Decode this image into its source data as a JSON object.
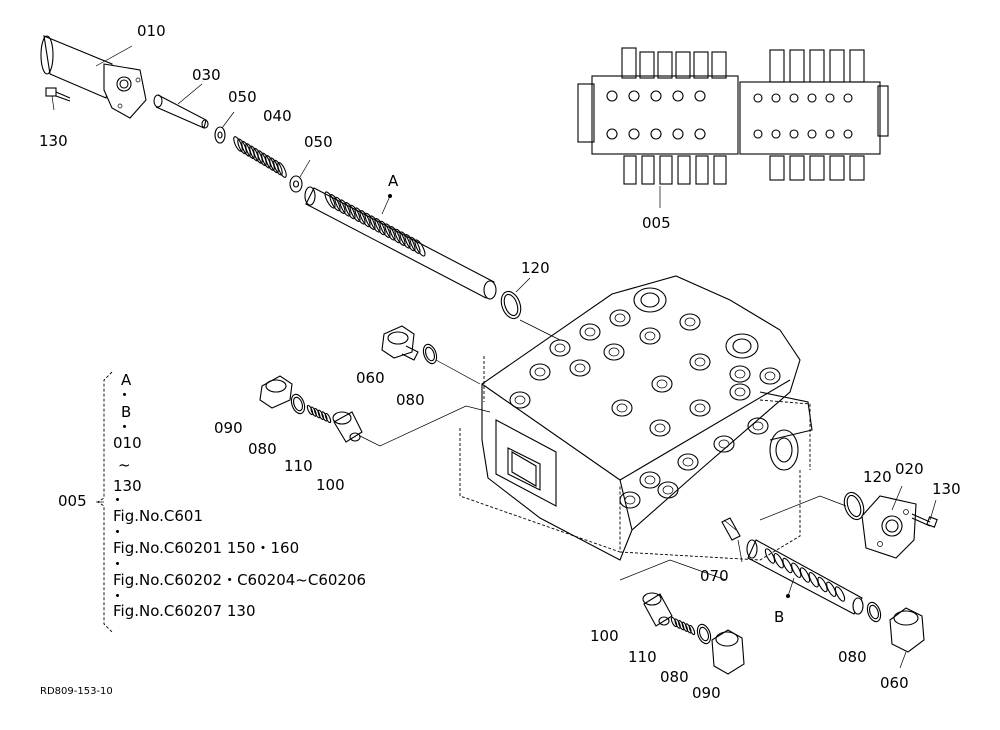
{
  "diagram": {
    "parts": [
      {
        "id": "p010a",
        "text": "010"
      },
      {
        "id": "p030",
        "text": "030"
      },
      {
        "id": "p050a",
        "text": "050"
      },
      {
        "id": "p040",
        "text": "040"
      },
      {
        "id": "p050b",
        "text": "050"
      },
      {
        "id": "p130a",
        "text": "130"
      },
      {
        "id": "pA",
        "text": "A"
      },
      {
        "id": "p005a",
        "text": "005"
      },
      {
        "id": "p120a",
        "text": "120"
      },
      {
        "id": "p060a",
        "text": "060"
      },
      {
        "id": "p080a",
        "text": "080"
      },
      {
        "id": "p090a",
        "text": "090"
      },
      {
        "id": "p080b",
        "text": "080"
      },
      {
        "id": "p110a",
        "text": "110"
      },
      {
        "id": "p100a",
        "text": "100"
      },
      {
        "id": "p120b",
        "text": "120"
      },
      {
        "id": "p020",
        "text": "020"
      },
      {
        "id": "p130b",
        "text": "130"
      },
      {
        "id": "p070",
        "text": "070"
      },
      {
        "id": "pB",
        "text": "B"
      },
      {
        "id": "p100b",
        "text": "100"
      },
      {
        "id": "p110b",
        "text": "110"
      },
      {
        "id": "p080c",
        "text": "080"
      },
      {
        "id": "p090b",
        "text": "090"
      },
      {
        "id": "p080d",
        "text": "080"
      },
      {
        "id": "p060b",
        "text": "060"
      }
    ],
    "legend": {
      "code": "005",
      "items": [
        "A",
        "・",
        "B",
        "・",
        "010",
        "~",
        "130",
        "・",
        "Fig.No.C601",
        "・",
        "Fig.No.C60201  150・160",
        "・",
        "Fig.No.C60202・C60204~C60206",
        "・",
        "Fig.No.C60207  130"
      ]
    },
    "drawing_code": "RD809-153-10"
  }
}
